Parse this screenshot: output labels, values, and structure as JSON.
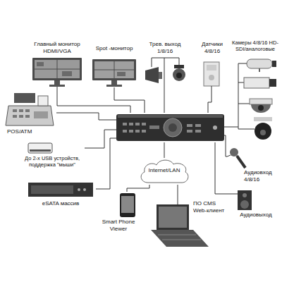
{
  "diagram": {
    "nodes": [
      {
        "text": [
          "Главный монитор HDMI/VGA"
        ]
      },
      {
        "text": [
          "Spot -монитор"
        ]
      },
      {
        "text": [
          "Трев. выход 1/8/16"
        ]
      },
      {
        "text": [
          "Датчики 4/8/16"
        ]
      },
      {
        "text": [
          "Камеры 4/8/16 HD-SDI/аналоговые"
        ]
      },
      {
        "text": [
          "POS/ATM"
        ]
      },
      {
        "text": [
          "До 2-х USB устройств, поддержка \"мыши\""
        ]
      },
      {
        "text": [
          "eSATA массив"
        ]
      },
      {
        "text": []
      },
      {
        "text": [
          "Internet/LAN"
        ]
      },
      {
        "text": [
          "Smart Phone Viewer"
        ]
      },
      {
        "text": [
          "ПО CMS Web-клиент"
        ]
      },
      {
        "text": [
          "Аудиовход 4/8/16"
        ]
      },
      {
        "text": [
          "Аудиовыход"
        ]
      }
    ],
    "edges": [
      {
        "from": 0,
        "to": 8,
        "arrow": "none"
      },
      {
        "from": 1,
        "to": 8,
        "arrow": "none"
      },
      {
        "from": 2,
        "to": 8,
        "arrow": "none"
      },
      {
        "from": 3,
        "to": 8,
        "arrow": "none"
      },
      {
        "from": 4,
        "to": 8,
        "arrow": "none"
      },
      {
        "from": 5,
        "to": 8,
        "arrow": "none"
      },
      {
        "from": 6,
        "to": 8,
        "arrow": "none"
      },
      {
        "from": 7,
        "to": 8,
        "arrow": "none"
      },
      {
        "from": 9,
        "to": 8,
        "arrow": "none"
      },
      {
        "from": 12,
        "to": 8,
        "arrow": "none"
      },
      {
        "from": 13,
        "to": 8,
        "arrow": "none"
      },
      {
        "from": 9,
        "to": 10,
        "arrow": "none"
      },
      {
        "from": 9,
        "to": 11,
        "arrow": "none"
      }
    ]
  }
}
